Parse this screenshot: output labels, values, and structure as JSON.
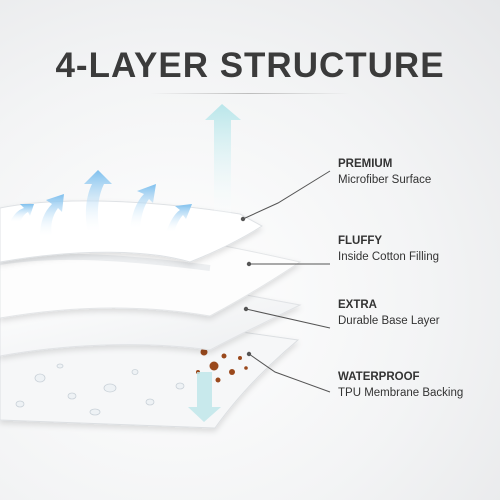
{
  "title": "4-LAYER STRUCTURE",
  "layers": [
    {
      "heading": "PREMIUM",
      "sub": "Microfiber Surface"
    },
    {
      "heading": "FLUFFY",
      "sub": "Inside Cotton Filling"
    },
    {
      "heading": "EXTRA",
      "sub": "Durable Base Layer"
    },
    {
      "heading": "WATERPROOF",
      "sub": "TPU Membrane Backing"
    }
  ],
  "colors": {
    "title": "#3b3b3b",
    "arrow_blue": "#8fc9ee",
    "arrow_mint": "#c8ecea",
    "stain": "#9a4a1f",
    "pointer": "#555555"
  },
  "icons": [
    "air-flow-arrow-icon",
    "stain-icon",
    "water-droplet-icon",
    "pointer-dot-icon"
  ]
}
